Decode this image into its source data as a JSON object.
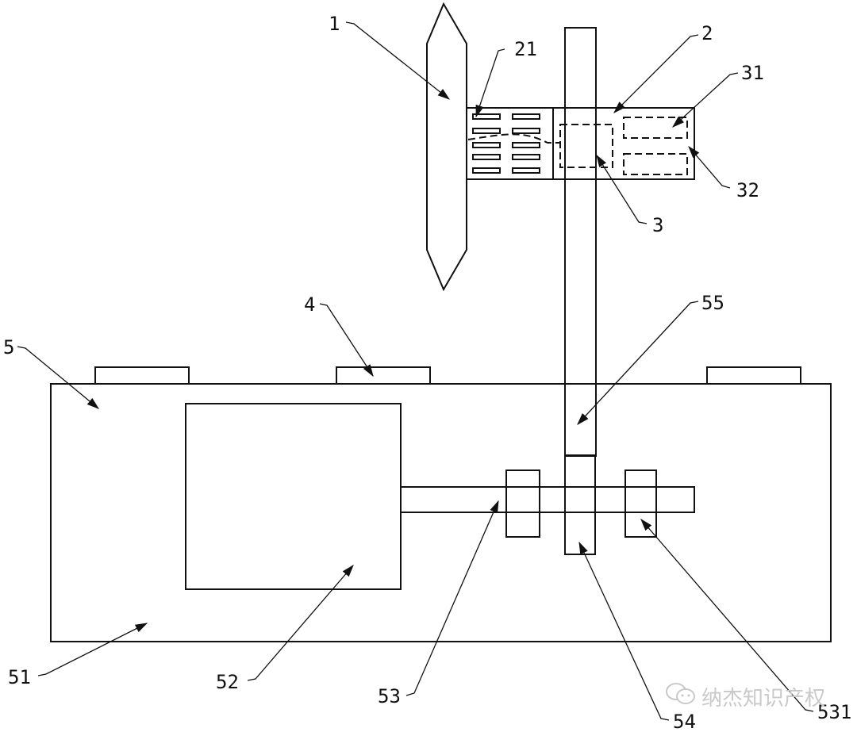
{
  "figure": {
    "type": "patent-mechanical-drawing",
    "labels": [
      {
        "id": "1",
        "text": "1"
      },
      {
        "id": "2",
        "text": "2"
      },
      {
        "id": "21",
        "text": "21"
      },
      {
        "id": "3",
        "text": "3"
      },
      {
        "id": "31",
        "text": "31"
      },
      {
        "id": "32",
        "text": "32"
      },
      {
        "id": "4",
        "text": "4"
      },
      {
        "id": "5",
        "text": "5"
      },
      {
        "id": "51",
        "text": "51"
      },
      {
        "id": "52",
        "text": "52"
      },
      {
        "id": "53",
        "text": "53"
      },
      {
        "id": "54",
        "text": "54"
      },
      {
        "id": "55",
        "text": "55"
      },
      {
        "id": "531",
        "text": "531"
      }
    ]
  },
  "watermark": {
    "icon": "wechat-icon",
    "text": "纳杰知识产权"
  }
}
